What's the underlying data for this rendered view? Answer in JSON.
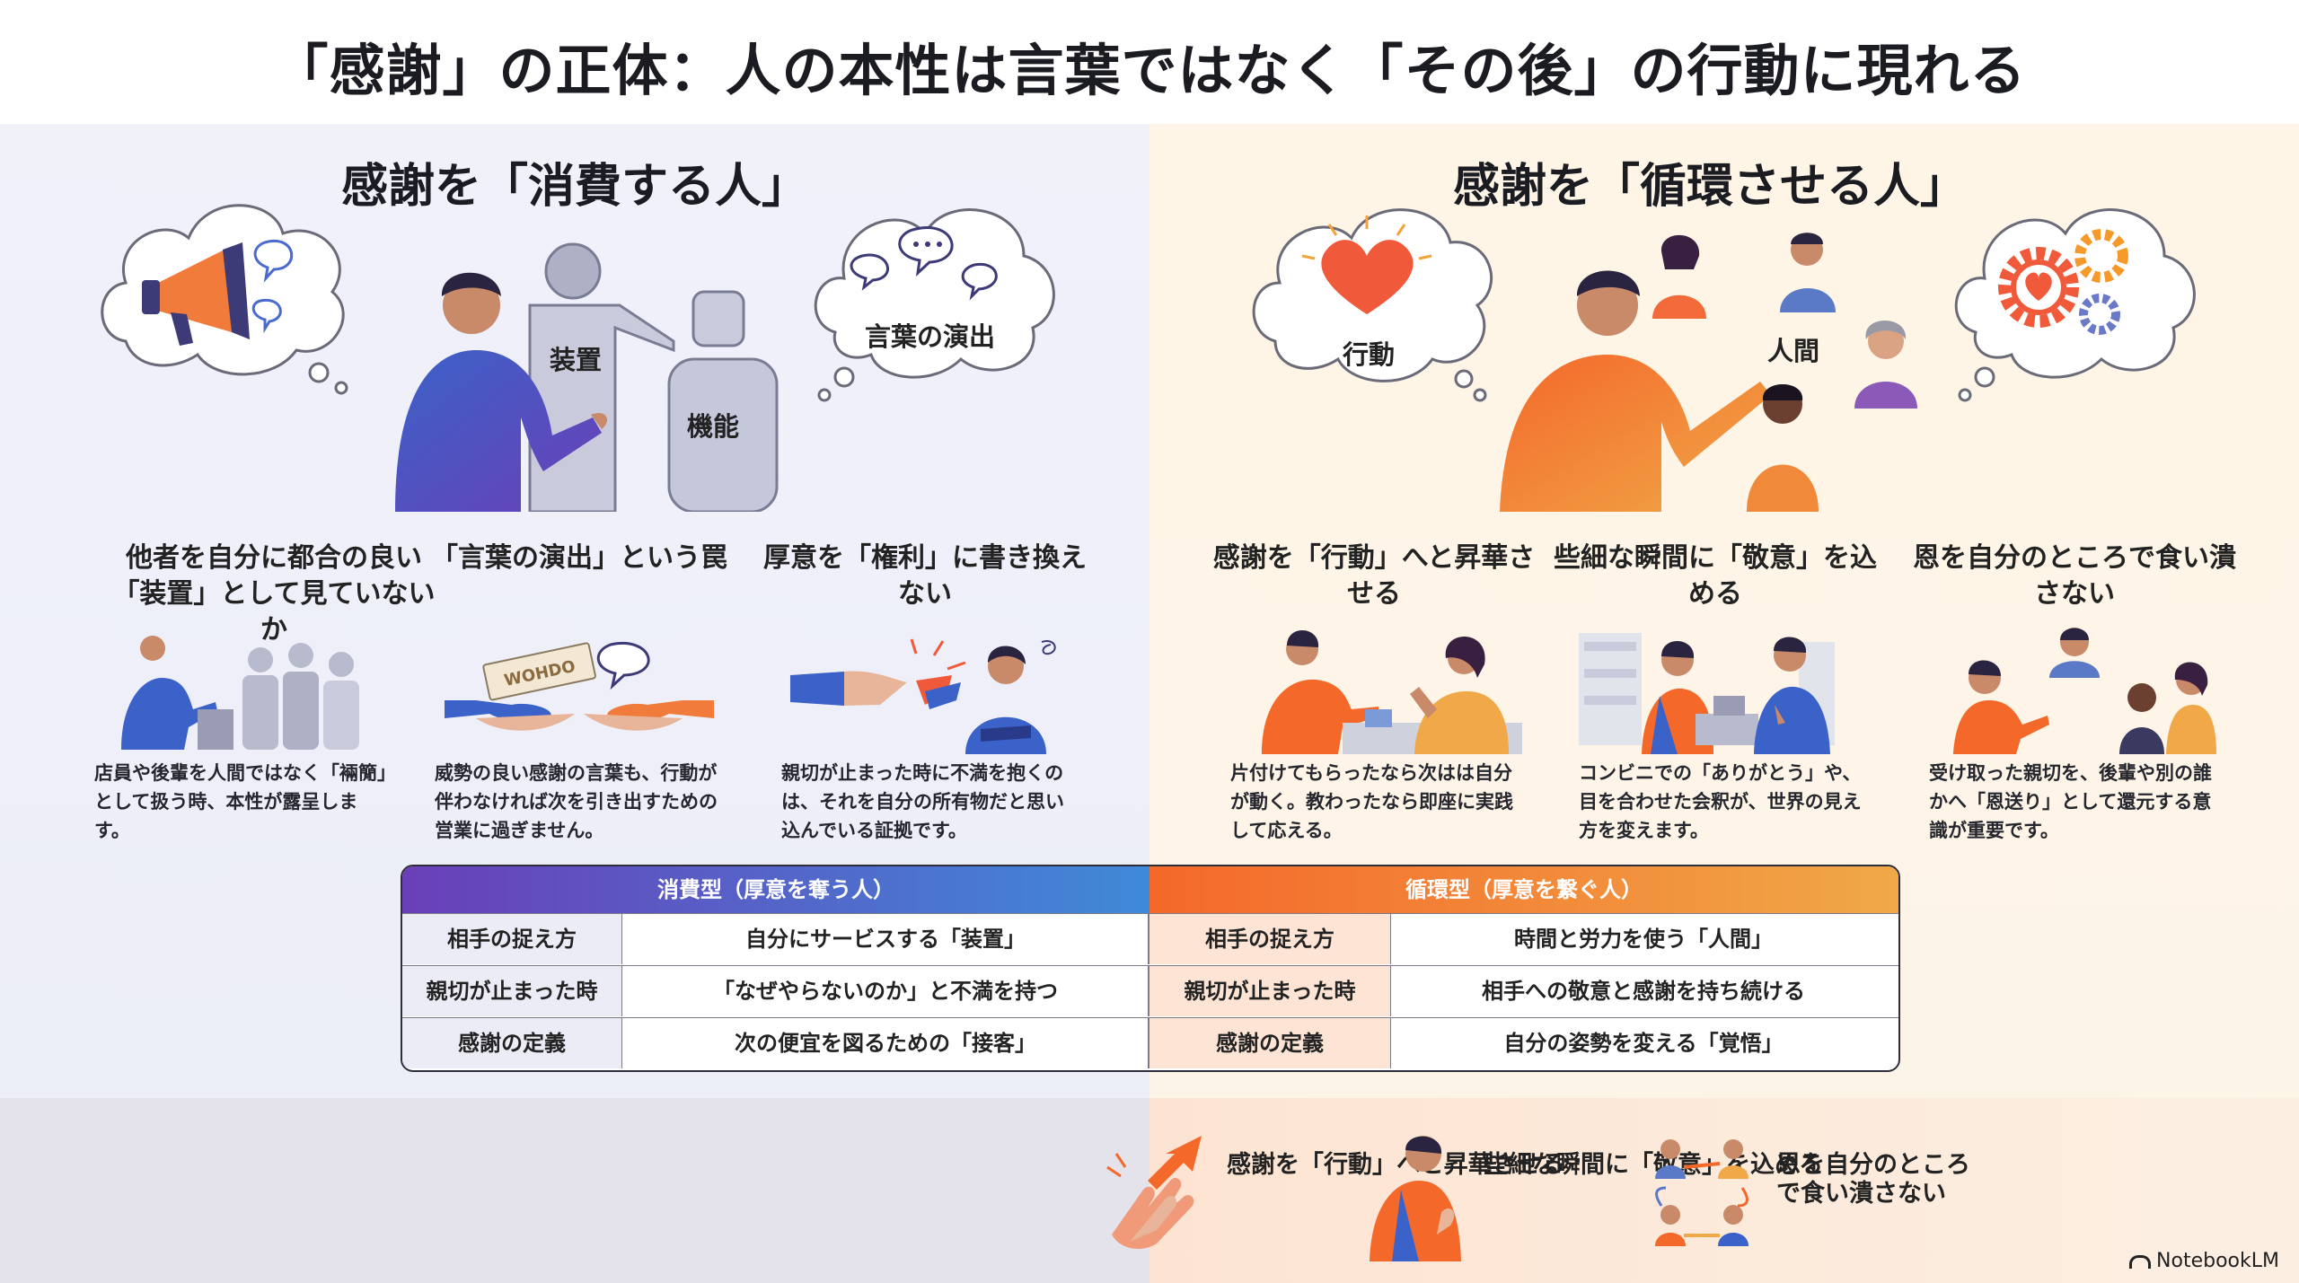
{
  "title": "「感謝」の正体：人の本性は言葉ではなく「その後」の行動に現れる",
  "left": {
    "heading": "感謝を「消費する人」",
    "figure_labels": {
      "device": "装置",
      "function": "機能",
      "speech_bubble": "言葉の演出"
    },
    "points": [
      {
        "title": "他者を自分に都合の良い「装置」として見ていないか",
        "text": "店員や後輩を人間ではなく「裲𥳑」として扱う時、本性が露呈します。"
      },
      {
        "title": "「言葉の演出」という罠",
        "text": "威勢の良い感謝の言葉も、行動が伴わなければ次を引き出すための営業に過ぎません。",
        "ticket": "WOHDO"
      },
      {
        "title": "厚意を「権利」に書き換えない",
        "text": "親切が止まった時に不満を抱くのは、それを自分の所有物だと思い込んでいる証拠です。"
      }
    ]
  },
  "right": {
    "heading": "感謝を「循環させる人」",
    "figure_labels": {
      "action": "行動",
      "human": "人間"
    },
    "points": [
      {
        "title": "感謝を「行動」へと昇華させる",
        "text": "片付けてもらったなら次はは自分が動く。教わったなら即座に実践して応える。"
      },
      {
        "title": "些細な瞬間に「敬意」を込める",
        "text": "コンビニでの「ありがとう」や、目を合わせた会釈が、世界の見え方を変えます。"
      },
      {
        "title": "恩を自分のところで食い潰さない",
        "text": "受け取った親切を、後輩や別の誰かへ「恩送り」として還元する意識が重要です。"
      }
    ]
  },
  "table": {
    "left_header": "消費型（厚意を奪う人）",
    "right_header": "循環型（厚意を繋ぐ人）",
    "rows": [
      {
        "key": "相手の捉え方",
        "left": "自分にサービスする「装置」",
        "right": "時間と労力を使う「人間」"
      },
      {
        "key": "親切が止まった時",
        "left": "「なぜやらないのか」と不満を持つ",
        "right": "相手への敬意と感謝を持ち続ける"
      },
      {
        "key": "感謝の定義",
        "left": "次の便宜を図るための「接客」",
        "right": "自分の姿勢を変える「覚悟」"
      }
    ]
  },
  "bottom": {
    "items": [
      "感謝を「行動」へと昇華させる",
      "些細な瞬間に「敬意」を込める",
      "恩を自分のところで食い潰さない"
    ]
  },
  "brand": "NotebookLM",
  "colors": {
    "consume_gradient": [
      "#6a3fb8",
      "#3f8ad8"
    ],
    "circulate_gradient": [
      "#f4682a",
      "#f0a848"
    ],
    "bg_left": "#eeeef8",
    "bg_right": "#fdf4e6"
  }
}
